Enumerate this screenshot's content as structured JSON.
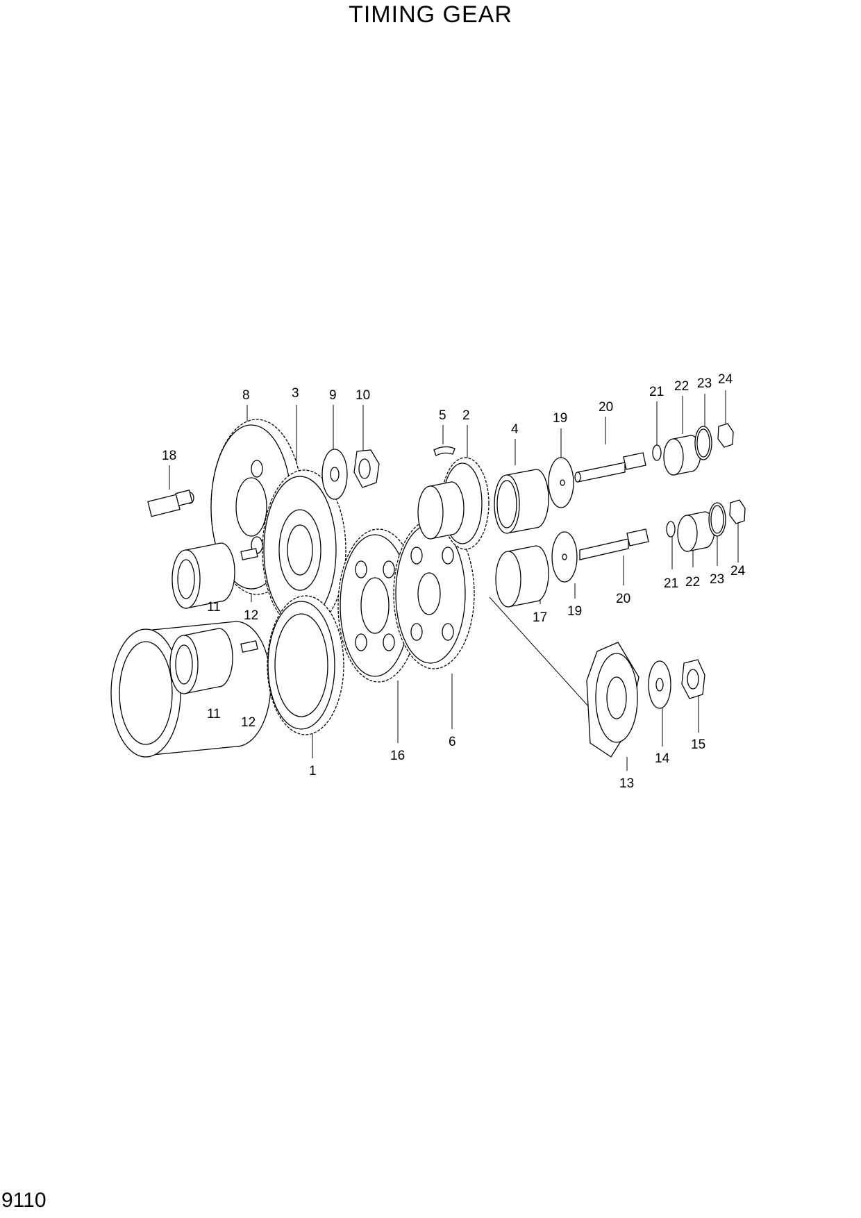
{
  "title": "TIMING GEAR",
  "page_number": "9110",
  "callouts": [
    "8",
    "3",
    "9",
    "10",
    "5",
    "2",
    "4",
    "19",
    "20",
    "21",
    "22",
    "23",
    "24",
    "18",
    "11",
    "12",
    "21",
    "22",
    "23",
    "24",
    "17",
    "19",
    "20",
    "11",
    "12",
    "1",
    "16",
    "6",
    "13",
    "14",
    "15"
  ]
}
